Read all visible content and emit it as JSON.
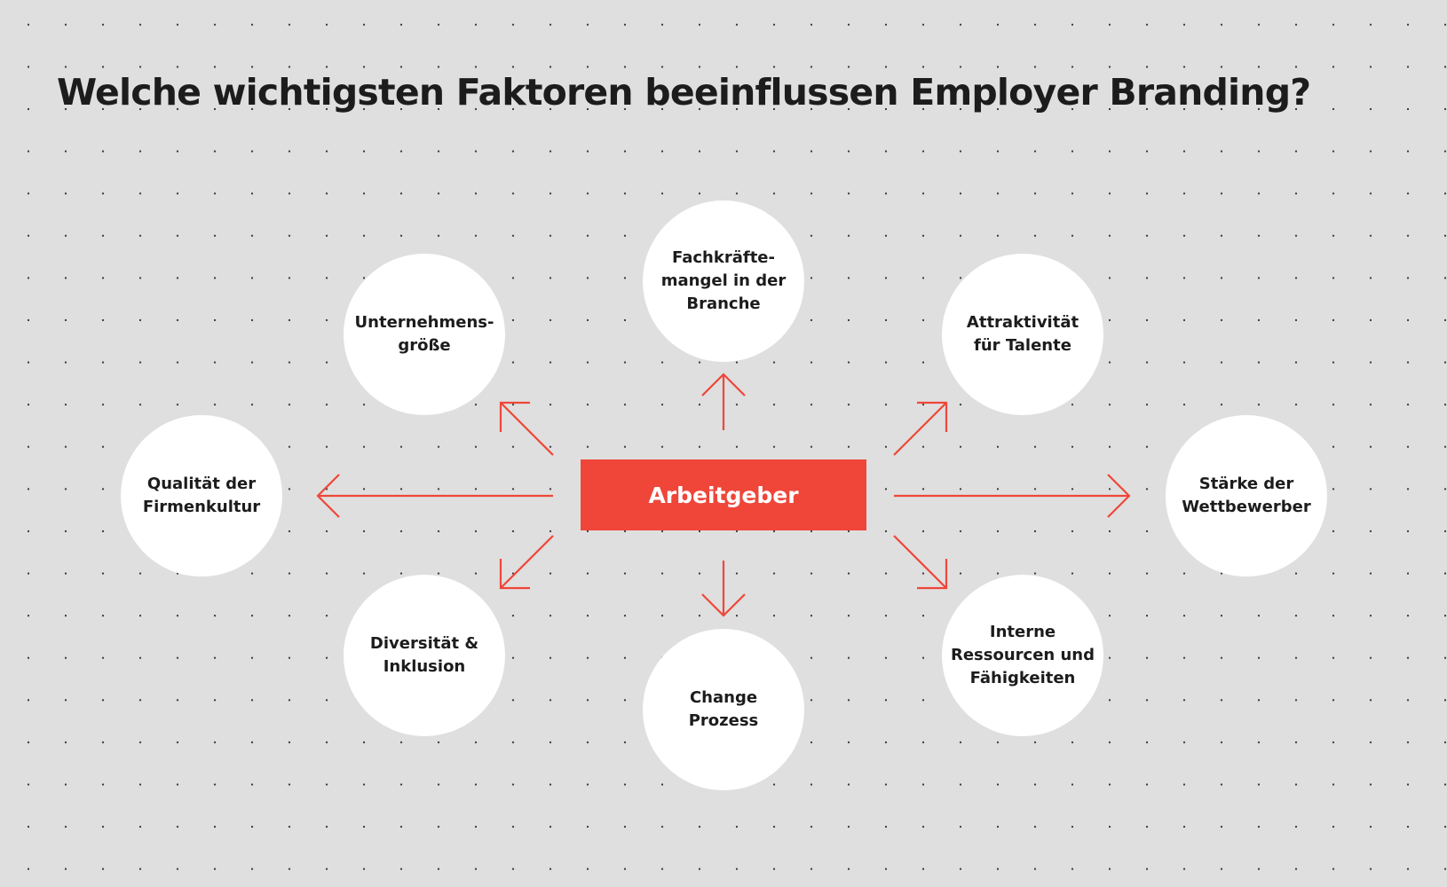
{
  "title": "Welche wichtigsten Faktoren beeinflussen Employer Branding?",
  "center": "Arbeitgeber",
  "accent_color": "#ef4639",
  "factors": [
    "Unternehmens-\ngröße",
    "Fachkräfte-\nmangel in der\nBranche",
    "Attraktivität\nfür Talente",
    "Qualität der\nFirmenkultur",
    "Stärke der\nWettbewerber",
    "Diversität &\nInklusion",
    "Change\nProzess",
    "Interne\nRessourcen und\nFähigkeiten"
  ]
}
